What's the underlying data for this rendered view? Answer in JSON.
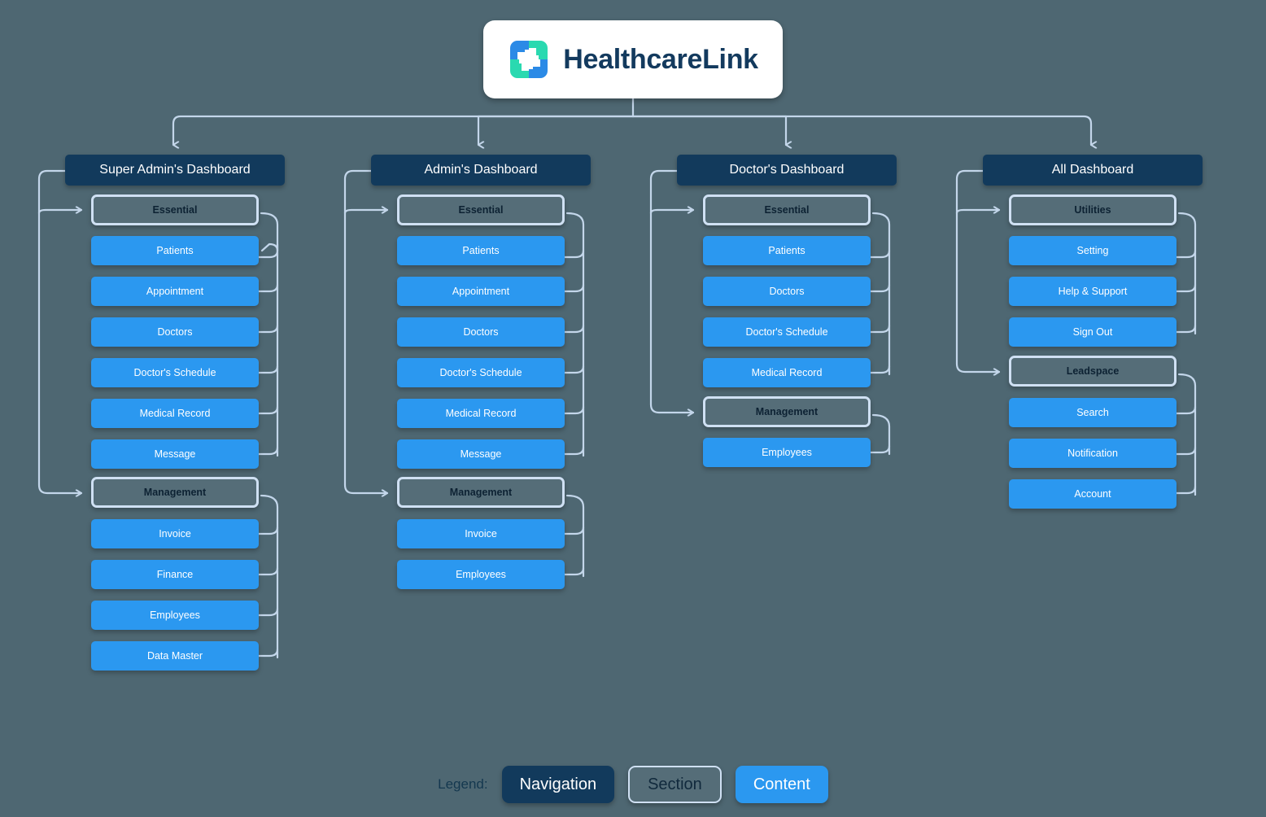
{
  "root": {
    "brand_name": "HealthcareLink",
    "logo_icon": "medical-cross-pinwheel-icon",
    "logo_colors": {
      "teal": "#2ad9b0",
      "blue": "#2b8ae6"
    }
  },
  "theme": {
    "background": "#4e6772",
    "navigation_color": "#123a5c",
    "section_border": "#cfe0f3",
    "content_color": "#2b98f0",
    "connector_color": "#c3d6ea"
  },
  "columns": [
    {
      "id": "super-admin",
      "title": "Super Admin's Dashboard",
      "sections": [
        {
          "label": "Essential",
          "items": [
            "Patients",
            "Appointment",
            "Doctors",
            "Doctor's Schedule",
            "Medical Record",
            "Message"
          ]
        },
        {
          "label": "Management",
          "items": [
            "Invoice",
            "Finance",
            "Employees",
            "Data Master"
          ]
        }
      ]
    },
    {
      "id": "admin",
      "title": "Admin's Dashboard",
      "sections": [
        {
          "label": "Essential",
          "items": [
            "Patients",
            "Appointment",
            "Doctors",
            "Doctor's Schedule",
            "Medical Record",
            "Message"
          ]
        },
        {
          "label": "Management",
          "items": [
            "Invoice",
            "Employees"
          ]
        }
      ]
    },
    {
      "id": "doctor",
      "title": "Doctor's Dashboard",
      "sections": [
        {
          "label": "Essential",
          "items": [
            "Patients",
            "Doctors",
            "Doctor's Schedule",
            "Medical Record"
          ]
        },
        {
          "label": "Management",
          "items": [
            "Employees"
          ]
        }
      ]
    },
    {
      "id": "all",
      "title": "All Dashboard",
      "sections": [
        {
          "label": "Utilities",
          "items": [
            "Setting",
            "Help & Support",
            "Sign Out"
          ]
        },
        {
          "label": "Leadspace",
          "items": [
            "Search",
            "Notification",
            "Account"
          ]
        }
      ]
    }
  ],
  "legend": {
    "label": "Legend:",
    "chips": [
      {
        "key": "navigation",
        "label": "Navigation"
      },
      {
        "key": "section",
        "label": "Section"
      },
      {
        "key": "content",
        "label": "Content"
      }
    ]
  }
}
